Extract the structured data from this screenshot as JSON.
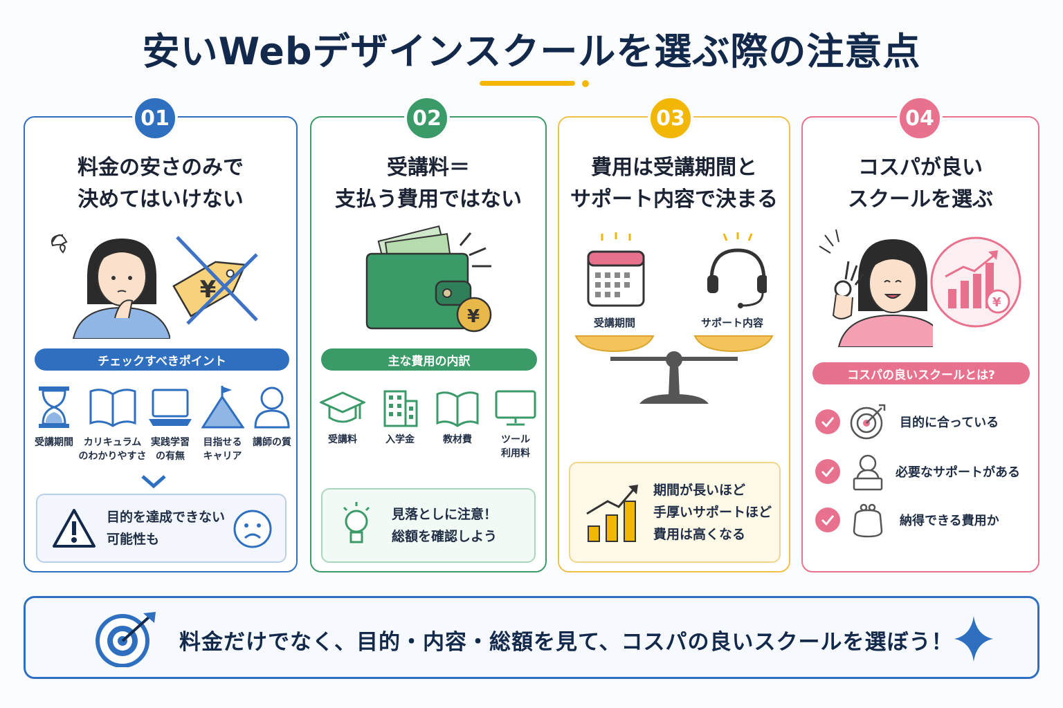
{
  "title": "安いWebデザインスクールを選ぶ際の注意点",
  "colors": {
    "blue": "#2f6fc0",
    "green": "#3a9a68",
    "yellow": "#f0c14a",
    "pink": "#e8728e",
    "navy": "#13294b"
  },
  "cards": [
    {
      "number": "01",
      "title_lines": [
        "料金の安さのみで",
        "決めてはいけない"
      ],
      "pill": "チェックすべきポイント",
      "items": [
        {
          "icon": "hourglass-icon",
          "label": "受講期間"
        },
        {
          "icon": "book-icon",
          "label": "カリキュラム\nのわかりやすさ"
        },
        {
          "icon": "laptop-icon",
          "label": "実践学習\nの有無"
        },
        {
          "icon": "mountain-flag-icon",
          "label": "目指せる\nキャリア"
        },
        {
          "icon": "person-icon",
          "label": "講師の質"
        }
      ],
      "note_lines": [
        "目的を達成できない",
        "可能性も"
      ]
    },
    {
      "number": "02",
      "title_lines": [
        "受講料＝",
        "支払う費用ではない"
      ],
      "pill": "主な費用の内訳",
      "items": [
        {
          "icon": "graduation-cap-icon",
          "label": "受講料"
        },
        {
          "icon": "building-icon",
          "label": "入学金"
        },
        {
          "icon": "book-icon",
          "label": "教材費"
        },
        {
          "icon": "monitor-icon",
          "label": "ツール\n利用料"
        }
      ],
      "wallet_coin": "¥",
      "note_lines": [
        "見落としに注意！",
        "総額を確認しよう"
      ]
    },
    {
      "number": "03",
      "title_lines": [
        "費用は受講期間と",
        "サポート内容で決まる"
      ],
      "scale_left_label": "受講期間",
      "scale_right_label": "サポート内容",
      "note_lines": [
        "期間が長いほど",
        "手厚いサポートほど",
        "費用は高くなる"
      ]
    },
    {
      "number": "04",
      "title_lines": [
        "コスパが良い",
        "スクールを選ぶ"
      ],
      "coin": "¥",
      "pill": "コスパの良いスクールとは?",
      "checks": [
        {
          "icon": "target-icon",
          "label": "目的に合っている"
        },
        {
          "icon": "support-person-icon",
          "label": "必要なサポートがある"
        },
        {
          "icon": "purse-icon",
          "label": "納得できる費用か"
        }
      ]
    }
  ],
  "bottom_message": "料金だけでなく、目的・内容・総額を見て、コスパの良いスクールを選ぼう！"
}
